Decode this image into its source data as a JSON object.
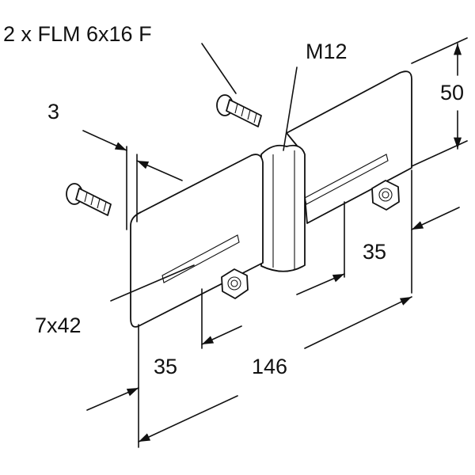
{
  "labels": {
    "screws": "2 x FLM 6x16 F",
    "bolt": "M12",
    "height": "50",
    "thickness": "3",
    "slot_offset_right": "35",
    "slot": "7x42",
    "slot_offset_left": "35",
    "length": "146"
  }
}
